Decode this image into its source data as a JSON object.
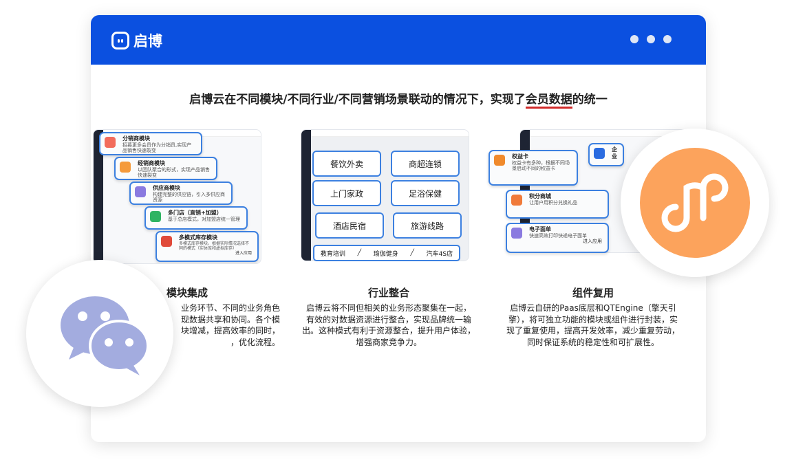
{
  "header": {
    "brand": "启博"
  },
  "title": {
    "prefix": "启博云在不同模块/不同行业/不同营销场景联动的情况下，实现了",
    "highlight": "会员数据",
    "suffix": "的统一"
  },
  "module_cards": [
    {
      "name": "分销商模块",
      "desc": "招募更多会员作为分销员,实现产品销售快速裂变"
    },
    {
      "name": "经销商模块",
      "desc": "以团队聚合的形式，实现产品销售快速裂变"
    },
    {
      "name": "供应商模块",
      "desc": "构建完整的供应链，引入多供应商资源"
    },
    {
      "name": "多门店（直销+加盟）",
      "desc": "基于总店模式，对加盟店统一管理"
    },
    {
      "name": "多模式库存模块",
      "desc": "多模式库存模块，根据实际情况选择不同的模式（实体库和虚拟库存）",
      "link": "进入应用"
    }
  ],
  "industries": [
    "餐饮外卖",
    "商超连锁",
    "上门家政",
    "足浴保健",
    "酒店民宿",
    "旅游线路"
  ],
  "industry_chips": [
    "教育培训",
    "瑜伽健身",
    "汽车4S店"
  ],
  "component_cards": [
    {
      "name": "权益卡",
      "desc": "权益卡有多种，根据不同场景启动不同的权益卡"
    },
    {
      "name": "积分商城",
      "desc": "让用户用积分兑换礼品"
    },
    {
      "name": "电子面单",
      "desc": "快速高效打印快递电子面单",
      "link": "进入应用"
    },
    {
      "name": "企业"
    }
  ],
  "sections": [
    {
      "heading": "模块集成",
      "lines": [
        "业务环节、不同的业务角色",
        "现数据共享和协同。各个模",
        "块增减，提高效率的同时，",
        "，优化流程。"
      ]
    },
    {
      "heading": "行业整合",
      "lines": [
        "启博云将不同但相关的业务形态聚集在一起，",
        "有效的对数据资源进行整合，实现品牌统一输",
        "出。这种模式有利于资源整合，提升用户体验，",
        "增强商家竞争力。"
      ]
    },
    {
      "heading": "组件复用",
      "lines": [
        "启博云自研的Paas底层和QTEngine（擎天引",
        "擎），将可独立功能的模块或组件进行封装，实",
        "现了重复使用，提高开发效率，减少重复劳动，",
        "同时保证系统的稳定性和可扩展性。"
      ]
    }
  ],
  "colors": {
    "header": "#0b50e0",
    "wechat": "#a3acdf",
    "miniprogram": "#fca35c",
    "highlight": "#d12a2a"
  }
}
